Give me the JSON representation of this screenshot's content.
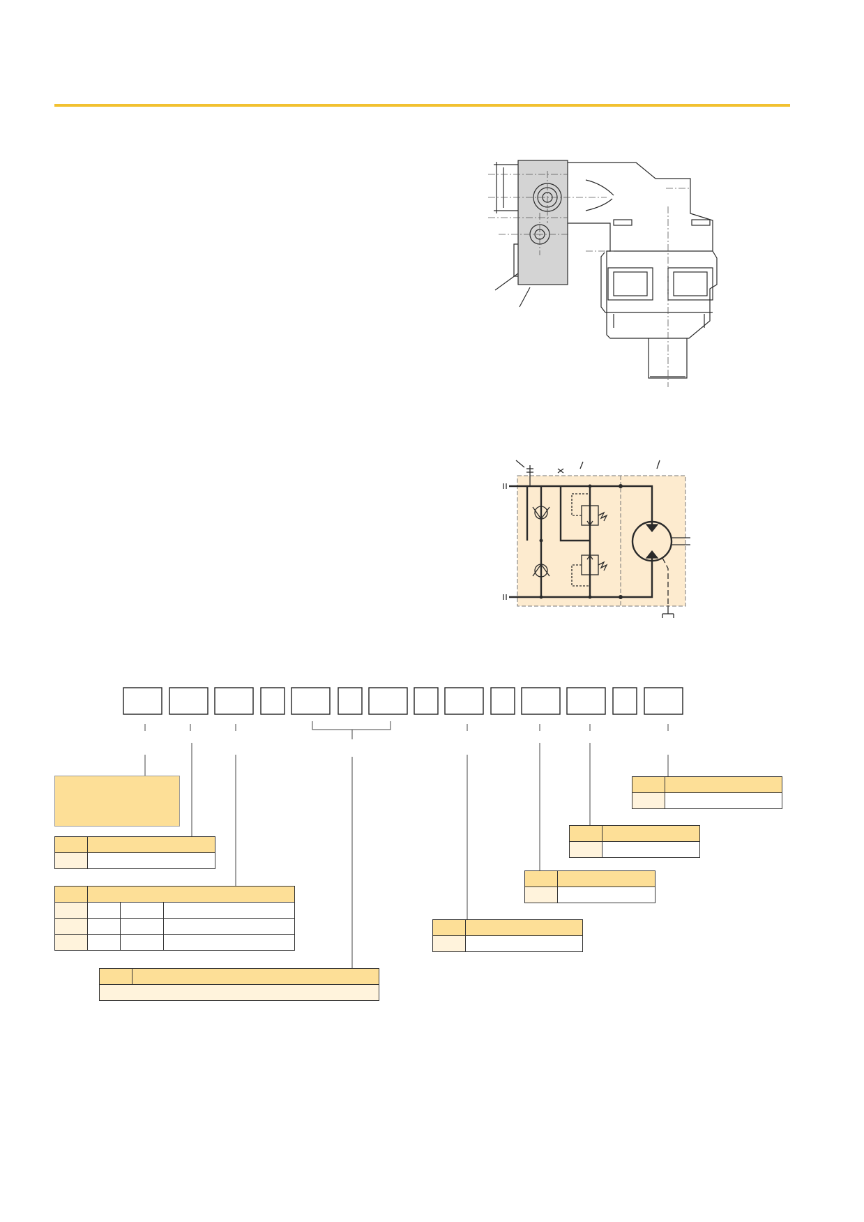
{
  "colors": {
    "accent_rule": "#f2c130",
    "table_header": "#fddf97",
    "table_key": "#fff3dc",
    "note_fill": "#fddf97",
    "schematic_fill": "#fdebcf",
    "valve_block_fill": "#d4d4d4",
    "line": "#2a2a2a"
  },
  "figures": {
    "motor_drawing": {
      "icon": "hydraulic-motor-with-valve-block-drawing"
    },
    "circuit": {
      "icon": "hydraulic-circuit-schematic"
    }
  },
  "ordering_code": {
    "code_box_count": 13
  },
  "tables": {
    "left_table_1": {
      "rows": 1,
      "cols": 2
    },
    "left_table_2": {
      "rows": 3,
      "cols": 4
    },
    "left_table_3": {
      "rows": 1,
      "cols": 1
    },
    "right_table_1": {
      "rows": 1,
      "cols": 2
    },
    "right_table_2": {
      "rows": 1,
      "cols": 2
    },
    "right_table_3": {
      "rows": 1,
      "cols": 2
    },
    "right_table_4": {
      "rows": 1,
      "cols": 2
    }
  }
}
